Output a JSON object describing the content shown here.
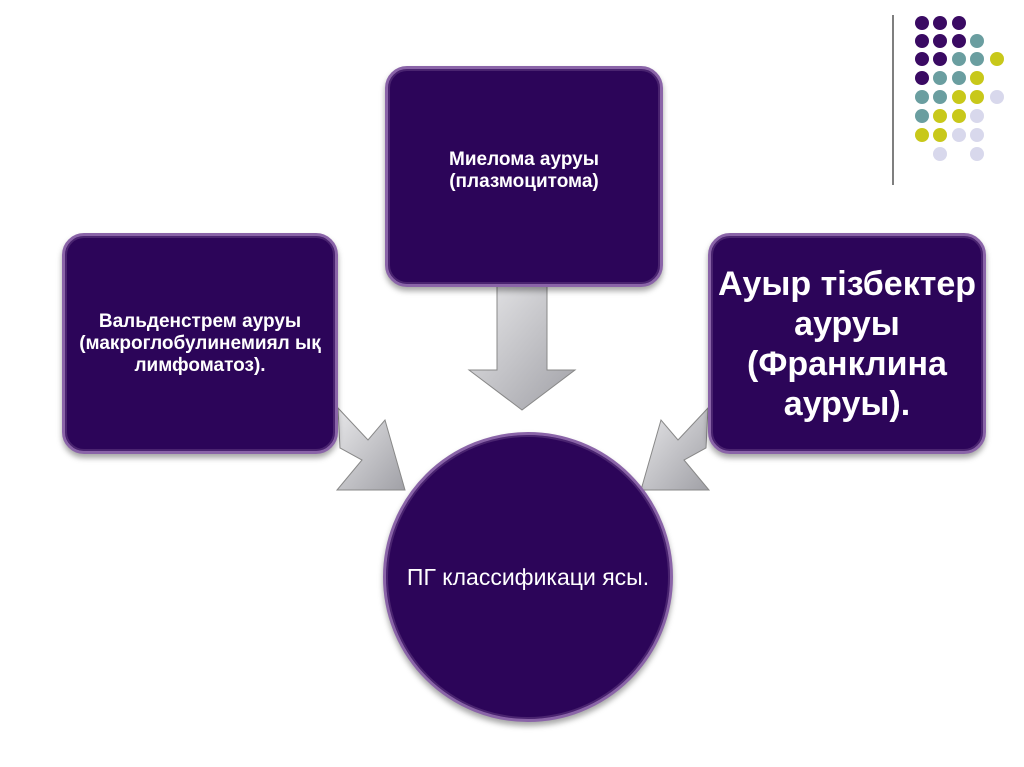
{
  "diagram": {
    "left_box": "Вальденстрем ауруы (макроглобулинемиял ық лимфоматоз).",
    "top_box": "Миелома ауруы (плазмоцитома)",
    "right_box": "Ауыр тізбектер ауруы (Франклина ауруы).",
    "center_circle": "ПГ классификаци ясы."
  },
  "colors": {
    "box_fill": "#2c0559",
    "box_border": "#8a64a8",
    "arrow": "#b4b4b8",
    "dot_purple": "#3a0a63",
    "dot_teal": "#6a9ea0",
    "dot_yellow": "#c8c81a",
    "dot_lavender": "#d8d8ec"
  }
}
